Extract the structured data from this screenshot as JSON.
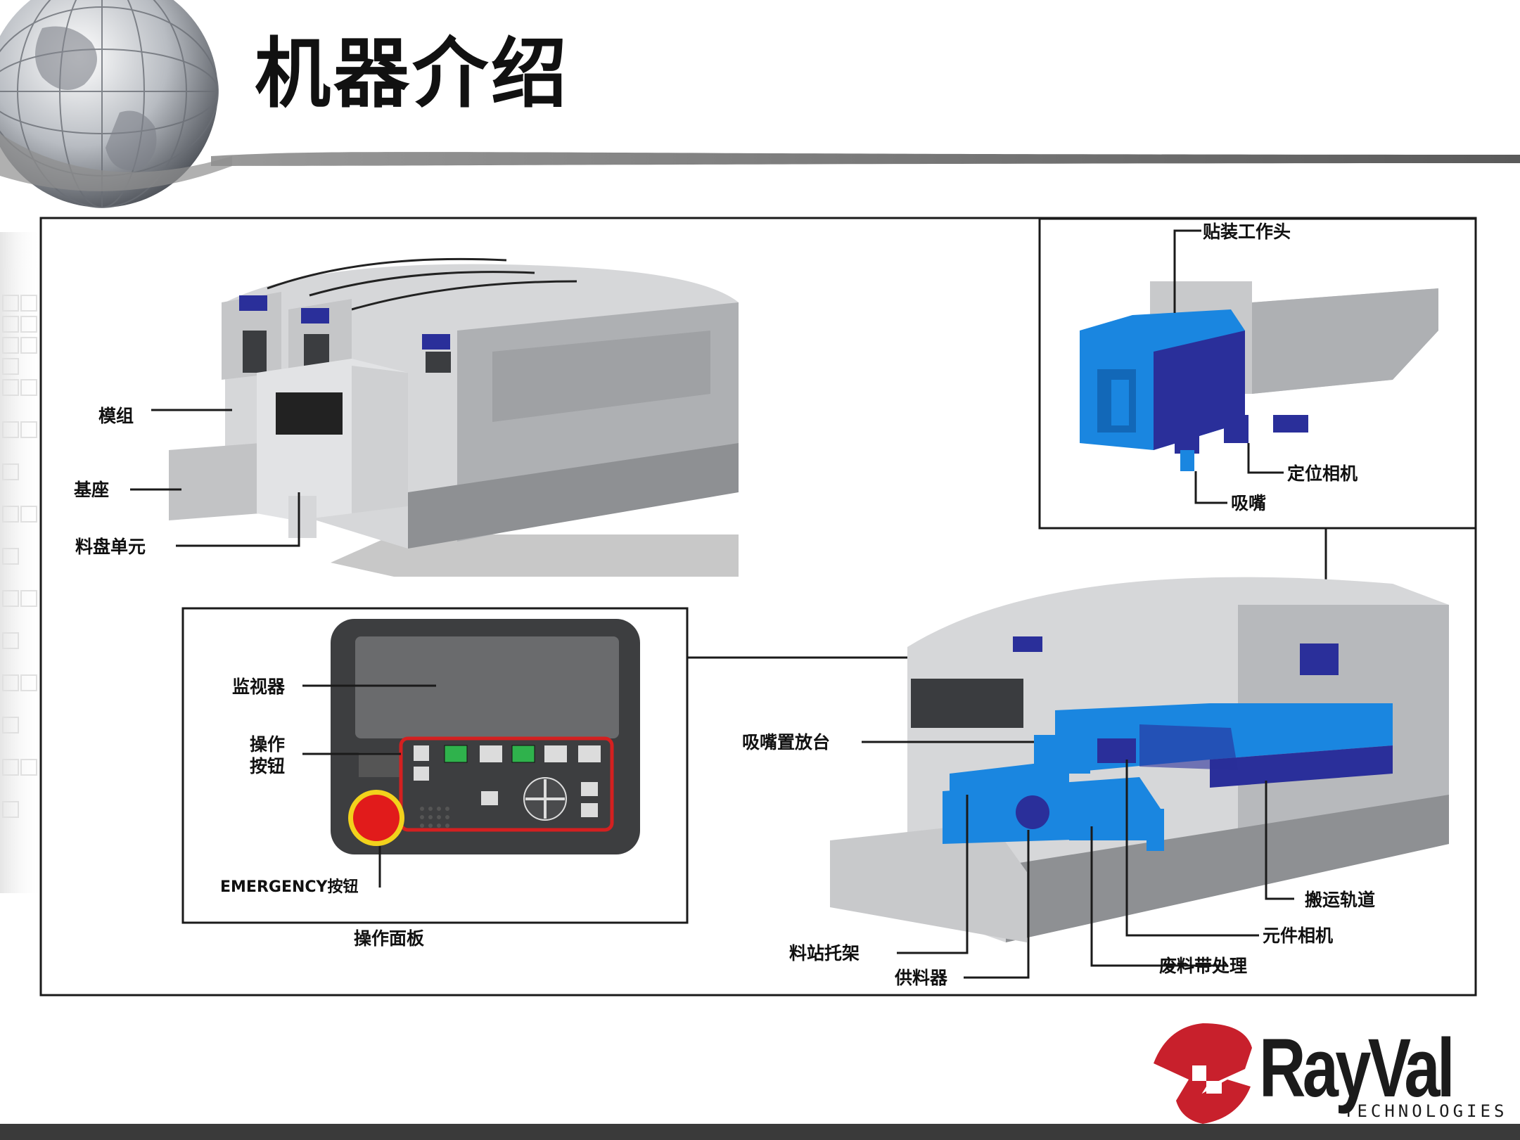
{
  "slide": {
    "title": "机器介绍"
  },
  "machine_overview": {
    "labels": {
      "module": "模组",
      "base": "基座",
      "tray_unit": "料盘单元"
    }
  },
  "head_detail": {
    "labels": {
      "mount_head": "贴装工作头",
      "positioning_camera": "定位相机",
      "nozzle": "吸嘴"
    }
  },
  "operation_panel": {
    "caption": "操作面板",
    "labels": {
      "monitor": "监视器",
      "operation_buttons_line1": "操作",
      "operation_buttons_line2": "按钮",
      "emergency_button": "EMERGENCY按钮"
    }
  },
  "module_internals": {
    "labels": {
      "nozzle_station": "吸嘴置放台",
      "transport_rail": "搬运轨道",
      "parts_camera": "元件相机",
      "feeder_bank": "料站托架",
      "waste_tape": "废料带处理",
      "feeder": "供料器"
    }
  },
  "brand": {
    "name": "RayVal",
    "subtitle": "TECHNOLOGIES",
    "logo_color": "#c8202c"
  },
  "colors": {
    "blue_highlight": "#1a86e0",
    "dark_blue": "#2a2f9a",
    "machine_gray": "#b9bbbd",
    "emergency_red": "#e11b1b",
    "panel_outline": "#d42020"
  }
}
